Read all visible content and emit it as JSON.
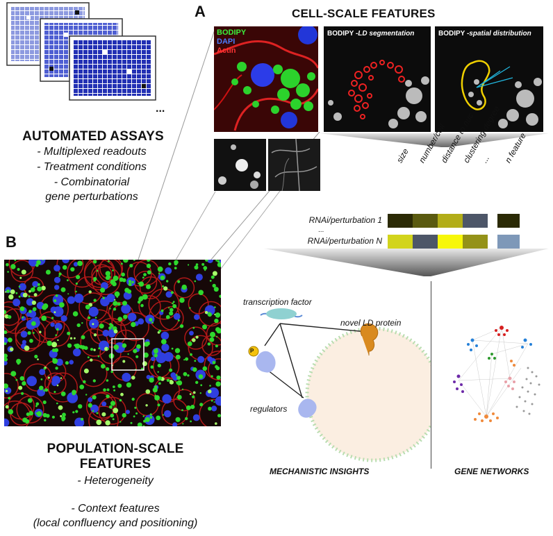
{
  "panel_a": {
    "letter": "A",
    "title": "CELL-SCALE FEATURES"
  },
  "panel_b": {
    "letter": "B"
  },
  "assays": {
    "ellipsis": "...",
    "title": "AUTOMATED ASSAYS",
    "lines": [
      "- Multiplexed readouts",
      "- Treatment conditions",
      "- Combinatorial",
      "gene perturbations"
    ]
  },
  "micrographs": {
    "channels": [
      {
        "label": "BODIPY",
        "color": "#22dd22"
      },
      {
        "label": "DAPI",
        "color": "#3b6bff"
      },
      {
        "label": "Actin",
        "color": "#ff2a2a"
      }
    ],
    "segmentation_label_plain": "BODIPY ",
    "segmentation_label_italic": "-LD segmentation",
    "spatial_label_plain": "BODIPY ",
    "spatial_label_italic": "-spatial distribution"
  },
  "feature_table": {
    "columns": [
      "size",
      "number/cell",
      "distance to nuc",
      "clustering degree",
      "...",
      "n feature"
    ],
    "rows": [
      {
        "label": "RNAi/perturbation 1",
        "colors": [
          "#2b2a05",
          "#5a5a10",
          "#b2ad18",
          "#4d5668",
          "#2b2a05"
        ]
      },
      {
        "label": "RNAi/perturbation N",
        "colors": [
          "#d2d41c",
          "#4d5668",
          "#f7f70a",
          "#949218",
          "#7e98b8"
        ]
      }
    ],
    "row_ellipsis": "..."
  },
  "mechanistic": {
    "transcription_factor": "transcription factor",
    "novel_ld_protein": "novel LD protein",
    "regulators": "regulators",
    "p_badge": "P",
    "caption": "MECHANISTIC INSIGHTS"
  },
  "networks": {
    "caption": "GENE NETWORKS"
  },
  "population": {
    "title": "POPULATION-SCALE FEATURES",
    "heterogeneity": "- Heterogeneity",
    "context_1": "- Context features",
    "context_2": "(local confluency and positioning)"
  }
}
